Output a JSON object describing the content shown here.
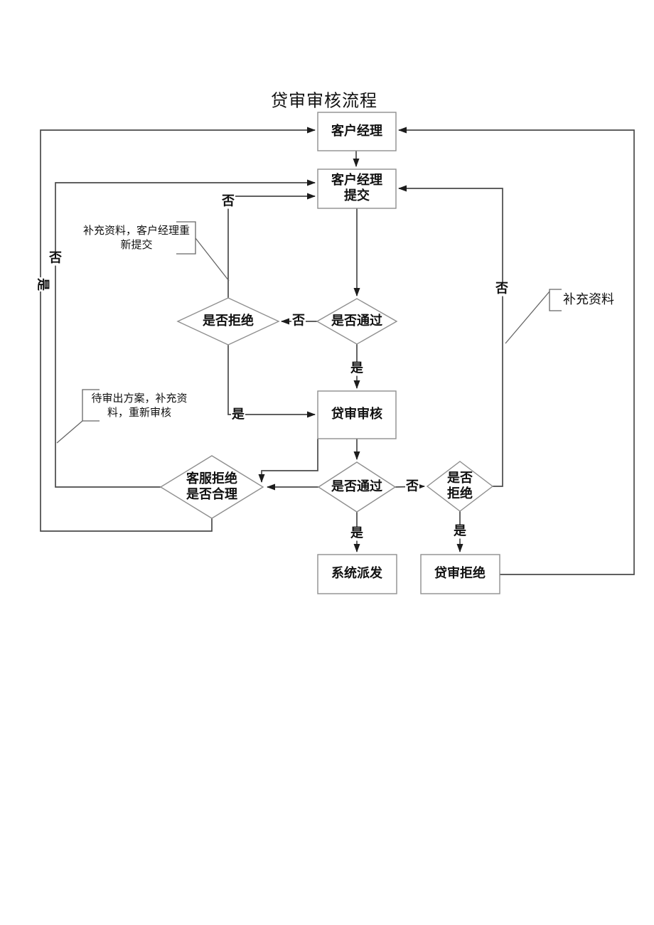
{
  "title": "贷审审核流程",
  "colors": {
    "connector": "#4a4a4a",
    "shape_border": "#8f8f8f",
    "arrowhead": "#1c1c1c",
    "text": "#111111",
    "background": "#ffffff"
  },
  "nodes": {
    "customer_manager": "客户经理",
    "customer_manager_submit": "客户经理\n提交",
    "loan_review": "贷审审核",
    "system_dispatch": "系统派发",
    "loan_reject": "贷审拒绝",
    "decision_reject_upper": "是否拒绝",
    "decision_pass_upper": "是否通过",
    "decision_cs_reasonable": "客服拒绝\n是否合理",
    "decision_pass_lower": "是否通过",
    "decision_reject_lower": "是否\n拒绝"
  },
  "edge_labels": {
    "pass_upper_no": "否",
    "pass_upper_yes": "是",
    "reject_upper_no": "否",
    "reject_upper_yes": "是",
    "cs_reasonable_no": "否",
    "cs_reasonable_yes": "是",
    "pass_lower_no": "否",
    "pass_lower_yes": "是",
    "reject_lower_no": "否",
    "reject_lower_yes": "是"
  },
  "annotations": {
    "resubmit_note": "补充资料，客户经理重\n新提交",
    "pending_review_note": "待审出方案，补充资\n料，重新审核",
    "supplement_note": "补充资料"
  }
}
